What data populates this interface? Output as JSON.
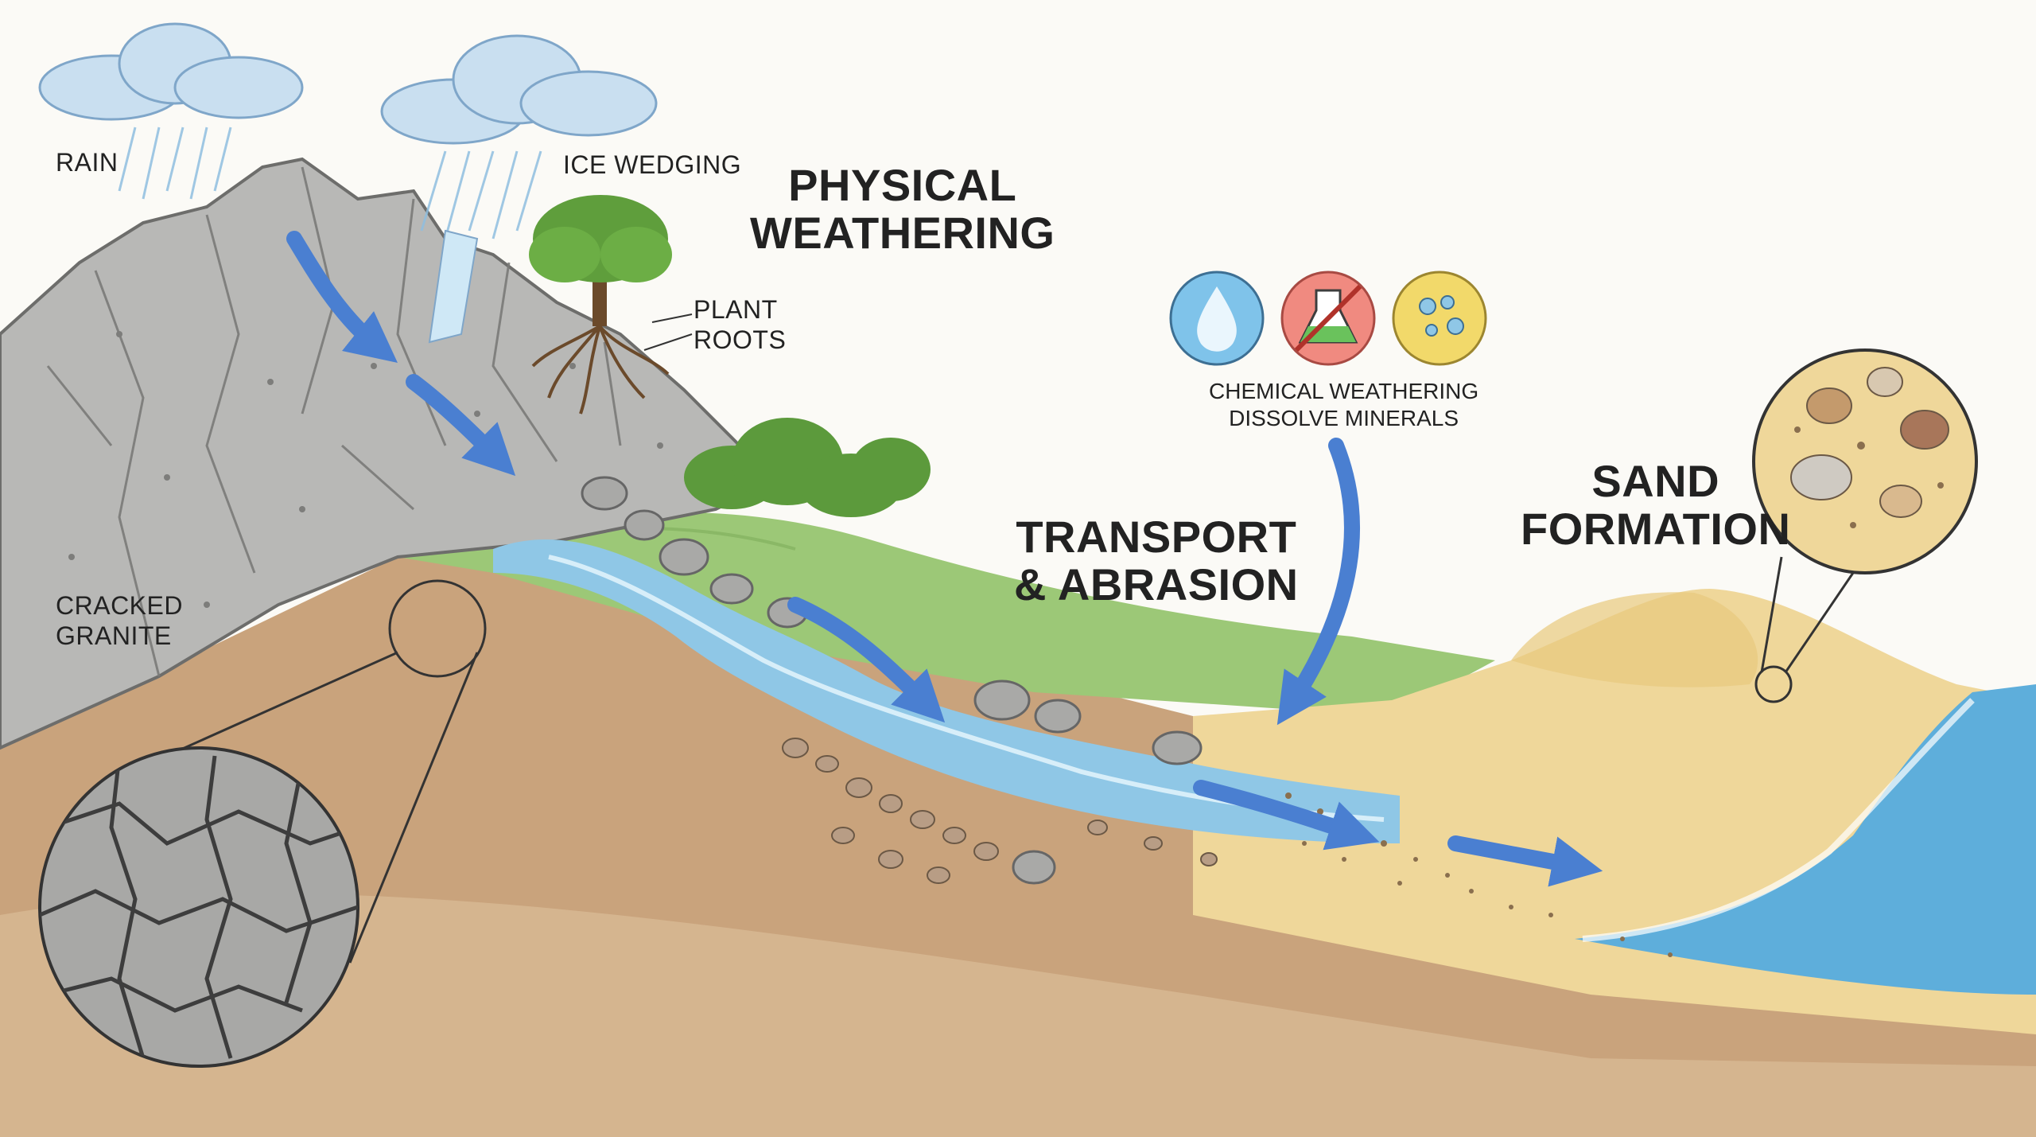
{
  "labels": {
    "rain": "RAIN",
    "ice_wedging": "ICE WEDGING",
    "physical_weathering": [
      "PHYSICAL",
      "WEATHERING"
    ],
    "plant_roots": [
      "PLANT",
      "ROOTS"
    ],
    "cracked_granite": [
      "CRACKED",
      "GRANITE"
    ],
    "chemical_weathering": [
      "CHEMICAL WEATHERING",
      "DISSOLVE MINERALS"
    ],
    "transport_abrasion": [
      "TRANSPORT",
      "& ABRASION"
    ],
    "sand_formation": [
      "SAND",
      "FORMATION"
    ]
  },
  "icons": [
    "water-drop-icon",
    "no-acid-flask-icon",
    "dissolved-minerals-icon"
  ],
  "colors": {
    "rock": "#b8b8b6",
    "soil": "#c9a37c",
    "grass": "#9cc877",
    "river": "#8fc7e6",
    "sand": "#efd79a",
    "ocean": "#5eaedb",
    "arrow": "#4a7fd1",
    "icon_blue": "#7fc3ea",
    "icon_red": "#f08a80",
    "icon_yellow": "#f2d96a"
  }
}
